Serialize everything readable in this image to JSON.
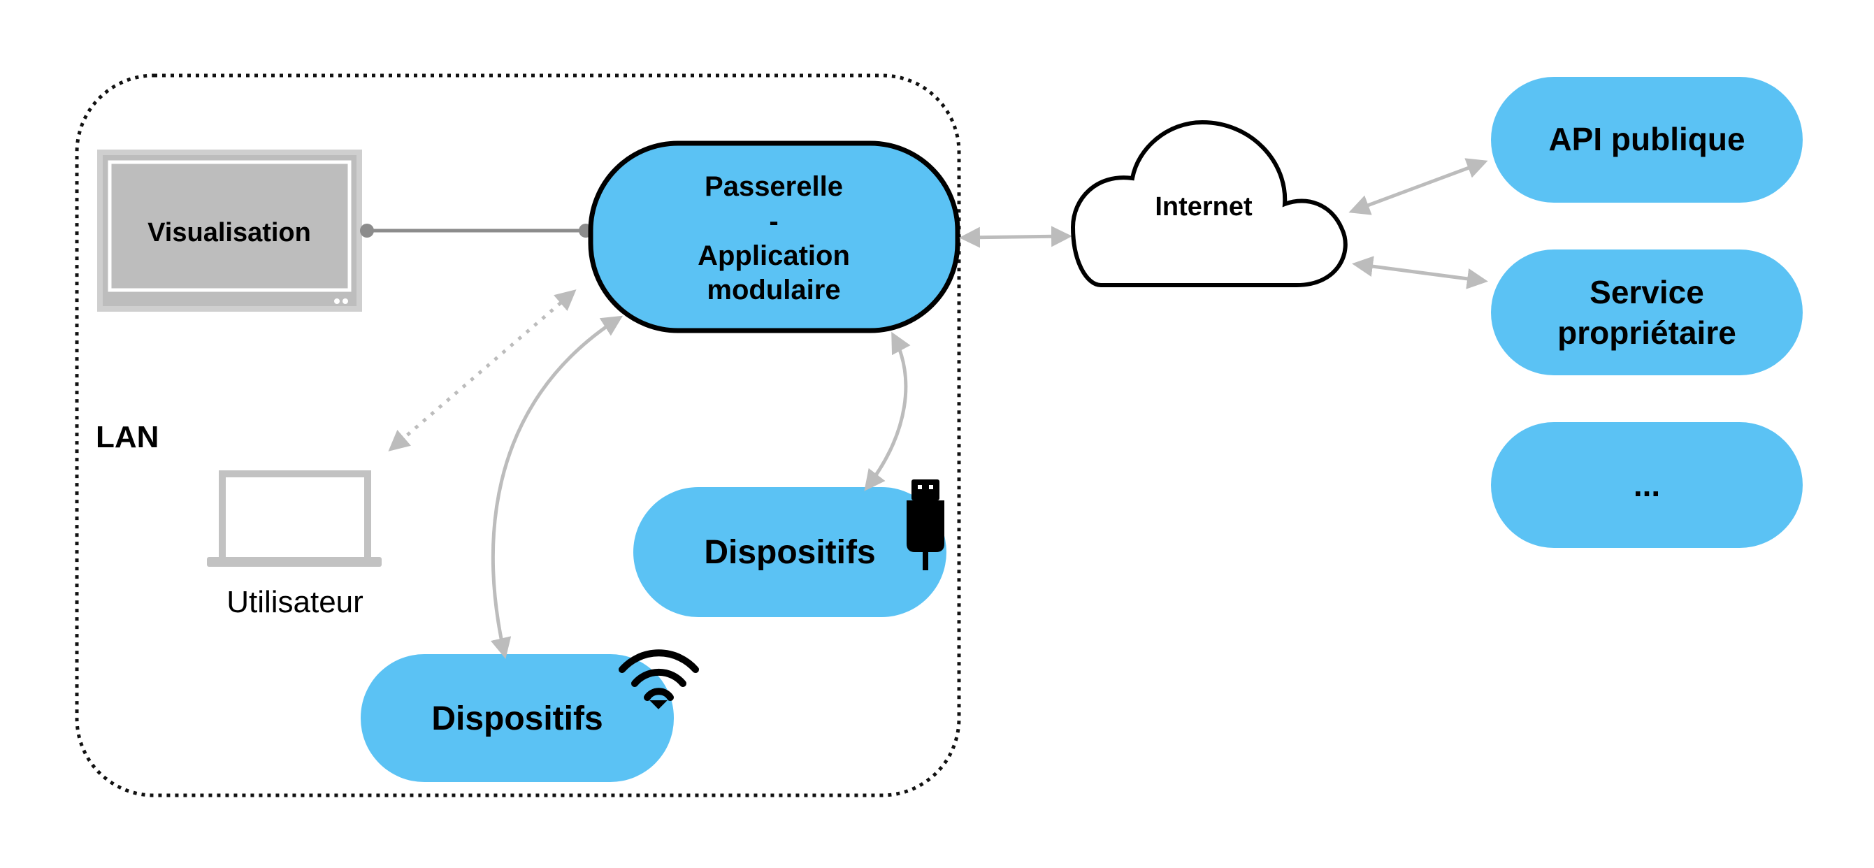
{
  "diagram": {
    "lan_label": "LAN",
    "display_label": "Visualisation",
    "gateway_lines": [
      "Passerelle",
      "-",
      "Application",
      "modulaire"
    ],
    "user_label": "Utilisateur",
    "usb_devices_label": "Dispositifs",
    "wifi_devices_label": "Dispositifs",
    "internet_label": "Internet",
    "api_label": "API publique",
    "service_lines": [
      "Service",
      "propriétaire"
    ],
    "more_label": "...",
    "colors": {
      "node_fill": "#5bc2f4",
      "arrow": "#bcbcbc",
      "display_fill": "#bdbdbd",
      "display_border": "#cfcfcf",
      "text": "#000000"
    },
    "icons": [
      "display-icon",
      "laptop-icon",
      "usb-icon",
      "wifi-icon",
      "cloud-icon"
    ]
  }
}
